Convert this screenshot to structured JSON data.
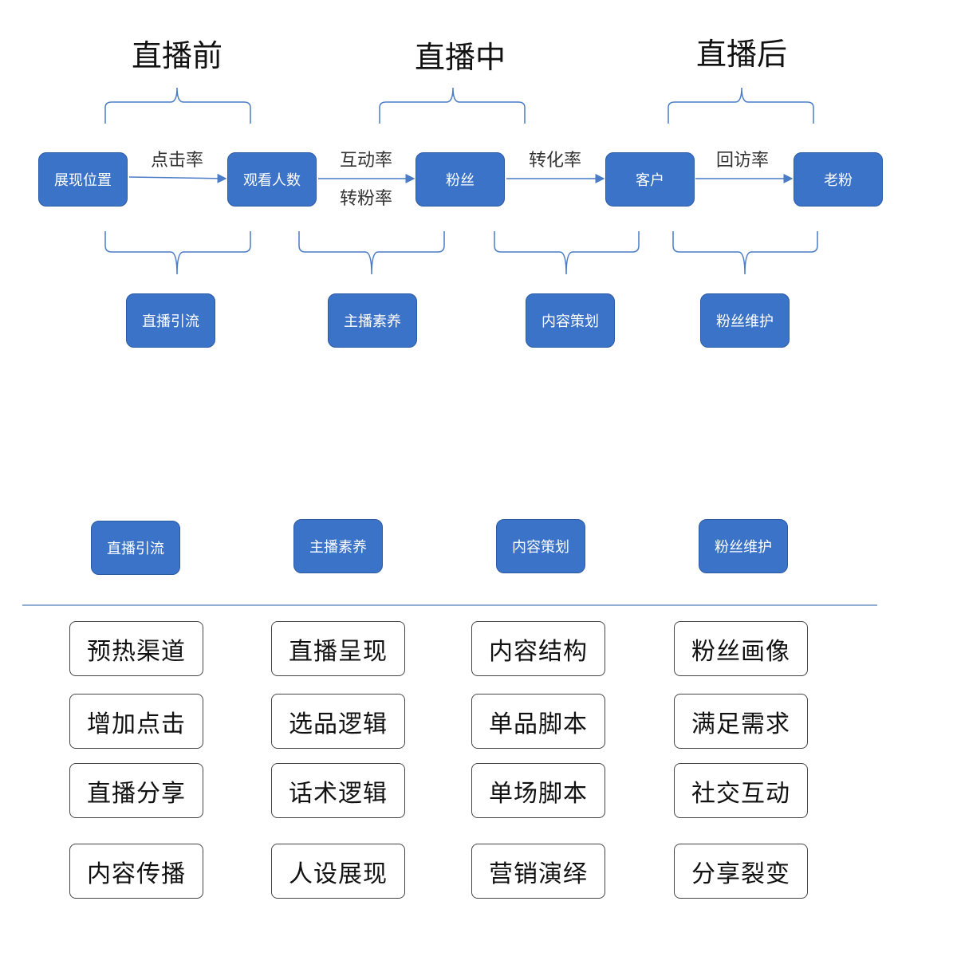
{
  "phases": [
    "直播前",
    "直播中",
    "直播后"
  ],
  "funnel": {
    "nodes": [
      "展现位置",
      "观看人数",
      "粉丝",
      "客户",
      "老粉"
    ],
    "rates": {
      "r1": "点击率",
      "r2a": "互动率",
      "r2b": "转粉率",
      "r3": "转化率",
      "r4": "回访率"
    }
  },
  "pillars": [
    "直播引流",
    "主播素养",
    "内容策划",
    "粉丝维护"
  ],
  "columns": [
    {
      "header": "直播引流",
      "items": [
        "预热渠道",
        "增加点击",
        "直播分享",
        "内容传播"
      ]
    },
    {
      "header": "主播素养",
      "items": [
        "直播呈现",
        "选品逻辑",
        "话术逻辑",
        "人设展现"
      ]
    },
    {
      "header": "内容策划",
      "items": [
        "内容结构",
        "单品脚本",
        "单场脚本",
        "营销演绎"
      ]
    },
    {
      "header": "粉丝维护",
      "items": [
        "粉丝画像",
        "满足需求",
        "社交互动",
        "分享裂变"
      ]
    }
  ],
  "colors": {
    "node_fill": "#3b73c8",
    "line": "#4a7cc7",
    "divider": "#6f93c4"
  }
}
